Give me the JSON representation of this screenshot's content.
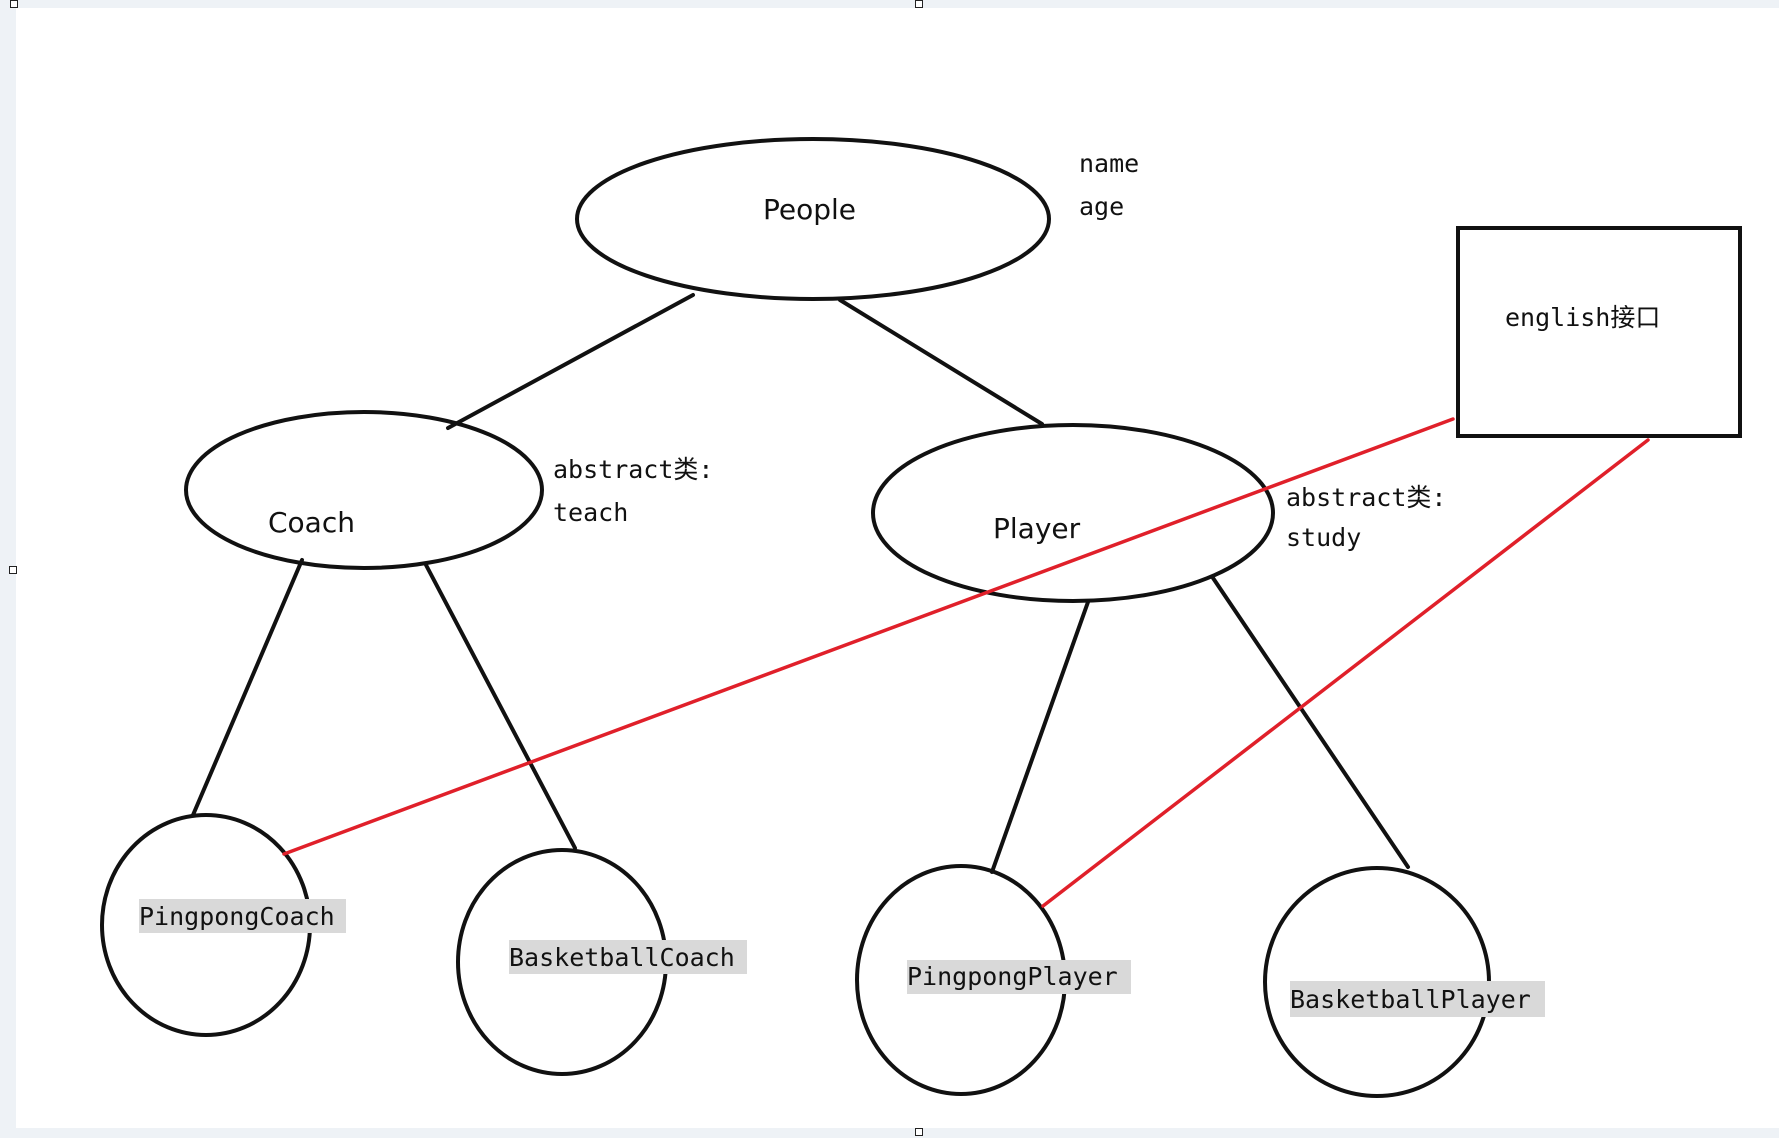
{
  "nodes": {
    "people": "People",
    "coach": "Coach",
    "player": "Player",
    "pingpong_coach": "PingpongCoach",
    "basketball_coach": "BasketballCoach",
    "pingpong_player": "PingpongPlayer",
    "basketball_player": "BasketballPlayer",
    "english_interface": "english接口"
  },
  "annotations": {
    "people_field_1": "name",
    "people_field_2": "age",
    "coach_kind": "abstract类:",
    "coach_method": "teach",
    "player_kind": "abstract类:",
    "player_method": "study"
  },
  "colors": {
    "inheritance_line": "#111111",
    "interface_line": "#e0202a",
    "label_highlight": "#d9d9d9"
  }
}
